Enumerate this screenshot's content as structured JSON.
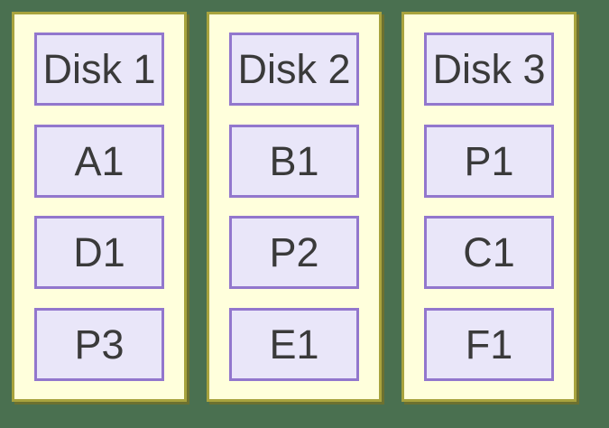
{
  "diagram_type": "raid-disk-striping",
  "disks": [
    {
      "name": "Disk 1",
      "blocks": [
        "A1",
        "D1",
        "P3"
      ]
    },
    {
      "name": "Disk 2",
      "blocks": [
        "B1",
        "P2",
        "E1"
      ]
    },
    {
      "name": "Disk 3",
      "blocks": [
        "P1",
        "C1",
        "F1"
      ]
    }
  ],
  "colors": {
    "background": "#4a7050",
    "disk-fill": "#ffffdc",
    "disk-border": "#a8a33e",
    "disk-shadow": "#6d7130",
    "block-fill": "#e9e6f9",
    "block-border": "#9277cd",
    "text": "#3a3a3a"
  }
}
